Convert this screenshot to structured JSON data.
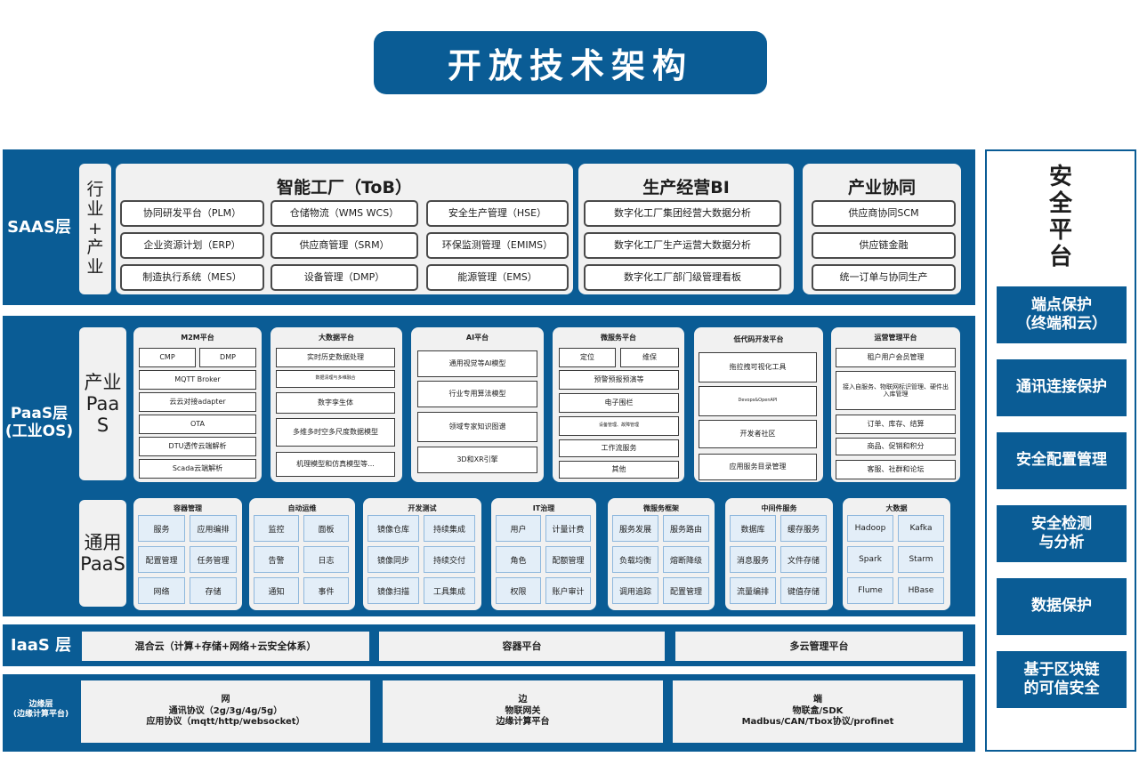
{
  "title": "开放技术架构",
  "saas": {
    "label": "SAAS层",
    "sub": "行\n业\n+\n产\n业",
    "factory": {
      "title": "智能工厂（ToB）",
      "items": [
        "协同研发平台（PLM）",
        "仓储物流（WMS WCS）",
        "安全生产管理（HSE）",
        "企业资源计划（ERP）",
        "供应商管理（SRM）",
        "环保监测管理（EMIMS）",
        "制造执行系统（MES）",
        "设备管理（DMP）",
        "能源管理（EMS）"
      ]
    },
    "bi": {
      "title": "生产经营BI",
      "items": [
        "数字化工厂集团经营大数据分析",
        "数字化工厂生产运营大数据分析",
        "数字化工厂部门级管理看板"
      ]
    },
    "collab": {
      "title": "产业协同",
      "items": [
        "供应商协同SCM",
        "供应链金融",
        "统一订单与协同生产"
      ]
    }
  },
  "paas": {
    "label": "PaaS层\n(工业OS)",
    "industry_sub": "产业\nPaa\nS",
    "general_sub": "通用\nPaaS",
    "m2m": {
      "title": "M2M平台",
      "row1": [
        "CMP",
        "DMP"
      ],
      "items": [
        "MQTT Broker",
        "云云对接adapter",
        "OTA",
        "DTU透传云端解析",
        "Scada云端解析"
      ]
    },
    "bigdata": {
      "title": "大数据平台",
      "items": [
        "实时历史数据处理",
        "数据清理与多维融合",
        "数字孪生体",
        "多维多时空多尺度数据模型",
        "机理模型和仿真模型等..."
      ]
    },
    "ai": {
      "title": "AI平台",
      "items": [
        "通用视觉等AI模型",
        "行业专用算法模型",
        "领域专家知识图谱",
        "3D和XR引擎"
      ]
    },
    "micro": {
      "title": "微服务平台",
      "row1": [
        "定位",
        "维保"
      ],
      "items": [
        "预警预报预演等",
        "电子围栏",
        "设备管理、故障管理",
        "工作流服务",
        "其他"
      ]
    },
    "lowcode": {
      "title": "低代码开发平台",
      "items": [
        "拖拉拽可视化工具",
        "Devops&OpenAPI",
        "开发者社区",
        "应用服务目录管理"
      ]
    },
    "ops": {
      "title": "运营管理平台",
      "items": [
        "租户用户会员管理",
        "接入自服务、物联网标识管理、硬件出入库管理",
        "订单、库存、结算",
        "商品、促销和积分",
        "客服、社群和论坛"
      ]
    },
    "general": [
      {
        "title": "容器管理",
        "cells": [
          "服务",
          "应用编排",
          "配置管理",
          "任务管理",
          "网络",
          "存储"
        ]
      },
      {
        "title": "自动运维",
        "cells": [
          "监控",
          "面板",
          "告警",
          "日志",
          "通知",
          "事件"
        ]
      },
      {
        "title": "开发测试",
        "cells": [
          "镜像仓库",
          "持续集成",
          "镜像同步",
          "持续交付",
          "镜像扫描",
          "工具集成"
        ]
      },
      {
        "title": "IT治理",
        "cells": [
          "用户",
          "计量计费",
          "角色",
          "配额管理",
          "权限",
          "账户审计"
        ]
      },
      {
        "title": "微服务框架",
        "cells": [
          "服务发展",
          "服务路由",
          "负载均衡",
          "熔断降级",
          "调用追踪",
          "配置管理"
        ]
      },
      {
        "title": "中间件服务",
        "cells": [
          "数据库",
          "缓存服务",
          "消息服务",
          "文件存储",
          "流量编排",
          "键值存储"
        ]
      },
      {
        "title": "大数据",
        "cells": [
          "Hadoop",
          "Kafka",
          "Spark",
          "Starm",
          "Flume",
          "HBase"
        ]
      }
    ]
  },
  "iaas": {
    "label": "IaaS 层",
    "items": [
      "混合云（计算+存储+网络+云安全体系）",
      "容器平台",
      "多云管理平台"
    ]
  },
  "edge": {
    "label": "边缘层\n(边缘计算平台)",
    "items": [
      "网\n通讯协议（2g/3g/4g/5g）\n应用协议（mqtt/http/websocket）",
      "边\n物联网关\n边缘计算平台",
      "端\n物联盒/SDK\nMadbus/CAN/Tbox协议/profinet"
    ]
  },
  "security": {
    "title": "安\n全\n平\n台",
    "items": [
      "端点保护\n（终端和云）",
      "通讯连接保护",
      "安全配置管理",
      "安全检测\n与分析",
      "数据保护",
      "基于区块链\n的可信安全"
    ]
  }
}
